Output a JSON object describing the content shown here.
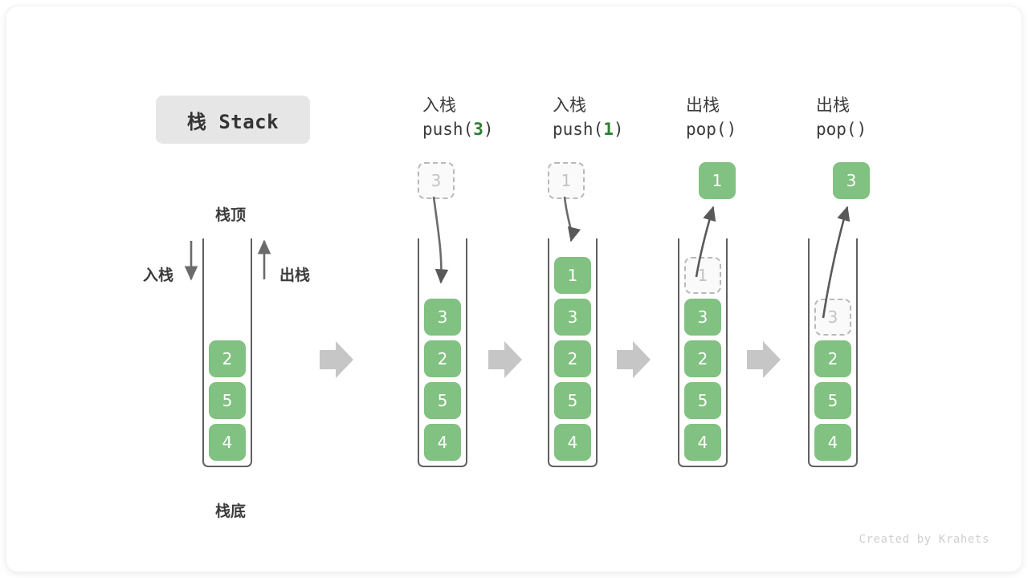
{
  "title_badge": {
    "label": "栈 Stack"
  },
  "legend": {
    "top_label": "栈顶",
    "bottom_label": "栈底",
    "push_label": "入栈",
    "pop_label": "出栈"
  },
  "columns": [
    {
      "id": "initial",
      "head_cn": "",
      "head_code": "",
      "head_code_arg": "",
      "cells": [
        "2",
        "5",
        "4"
      ],
      "ghost_in_stack": null,
      "floating_ghost": null,
      "floating_filled": null
    },
    {
      "id": "push-3",
      "head_cn": "入栈",
      "head_code_prefix": "push(",
      "head_code_arg": "3",
      "head_code_suffix": ")",
      "cells": [
        "3",
        "2",
        "5",
        "4"
      ],
      "ghost_in_stack": null,
      "floating_ghost": "3",
      "floating_filled": null
    },
    {
      "id": "push-1",
      "head_cn": "入栈",
      "head_code_prefix": "push(",
      "head_code_arg": "1",
      "head_code_suffix": ")",
      "cells": [
        "1",
        "3",
        "2",
        "5",
        "4"
      ],
      "ghost_in_stack": null,
      "floating_ghost": "1",
      "floating_filled": null
    },
    {
      "id": "pop-1",
      "head_cn": "出栈",
      "head_code_prefix": "pop(",
      "head_code_arg": "",
      "head_code_suffix": ")",
      "cells": [
        "3",
        "2",
        "5",
        "4"
      ],
      "ghost_in_stack": "1",
      "floating_ghost": null,
      "floating_filled": "1"
    },
    {
      "id": "pop-3",
      "head_cn": "出栈",
      "head_code_prefix": "pop(",
      "head_code_arg": "",
      "head_code_suffix": ")",
      "cells": [
        "2",
        "5",
        "4"
      ],
      "ghost_in_stack": "3",
      "floating_ghost": null,
      "floating_filled": "3"
    }
  ],
  "colors": {
    "cell_green": "#81c181",
    "accent_green": "#2e7d32",
    "container_stroke": "#606060",
    "ghost_stroke": "#b9b9b9",
    "step_arrow": "#c6c6c6",
    "badge_bg": "#e6e6e6",
    "text_dark": "#3b3b3b"
  },
  "footer": {
    "credit": "Created by Krahets"
  }
}
